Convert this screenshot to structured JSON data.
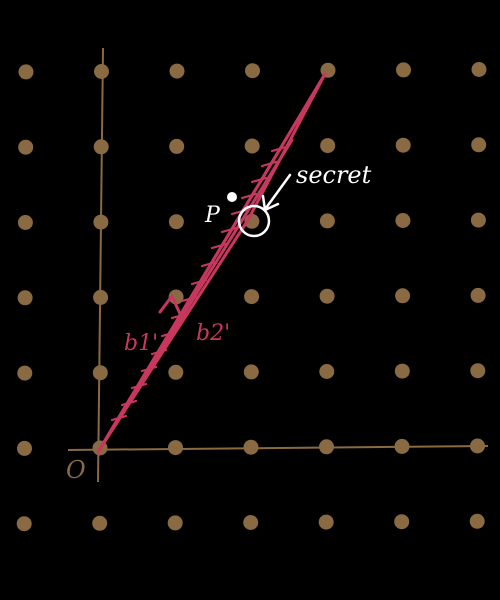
{
  "diagram": {
    "origin_label": "O",
    "point_label": "P",
    "secret_label": "secret",
    "vector_labels": [
      "b1'",
      "b2'"
    ],
    "colors": {
      "background": "#000000",
      "lattice": "#8a6a42",
      "axis": "#8a6a42",
      "vector": "#c8385e",
      "annotation": "#ffffff"
    },
    "lattice": {
      "columns": [
        -1,
        0,
        1,
        2,
        3,
        4,
        5
      ],
      "rows": [
        -1,
        0,
        1,
        2,
        3,
        4,
        5
      ]
    }
  }
}
